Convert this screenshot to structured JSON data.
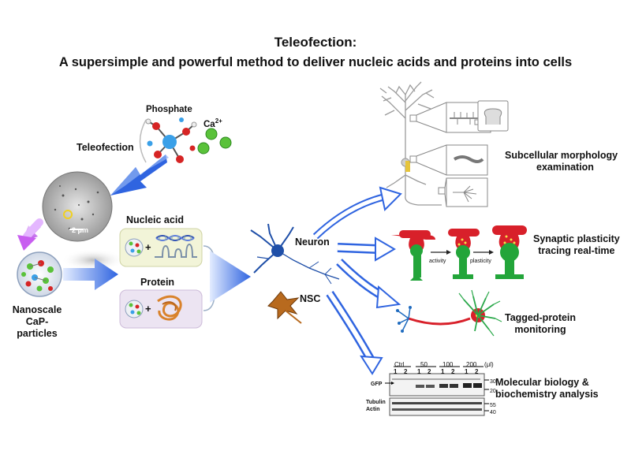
{
  "title": {
    "line1": "Teleofection:",
    "line2": "A supersimple and powerful method to deliver nucleic acids and proteins into cells"
  },
  "inputs": {
    "phosphate": "Phosphate",
    "calcium": "Ca",
    "calcium_charge": "2+",
    "teleofection": "Teleofection",
    "scale_bar": "2 μm",
    "nanoscale_line1": "Nanoscale",
    "nanoscale_line2": "CaP-particles",
    "nucleic_acid": "Nucleic acid",
    "protein": "Protein",
    "plus": "+"
  },
  "cells": {
    "neuron": "Neuron",
    "nsc": "NSC"
  },
  "applications": {
    "subcellular_line1": "Subcellular morphology",
    "subcellular_line2": "examination",
    "synaptic_line1": "Synaptic plasticity",
    "synaptic_line2": "tracing real-time",
    "activity": "activity",
    "plasticity": "plasticity",
    "tagged_line1": "Tagged-protein",
    "tagged_line2": "monitoring",
    "molecular_line1": "Molecular biology &",
    "molecular_line2": "biochemistry analysis"
  },
  "western_blot": {
    "groups": [
      "Ctrl",
      "50",
      "100",
      "200"
    ],
    "unit": "(μl)",
    "lanes": [
      "1",
      "2",
      "1",
      "2",
      "1",
      "2",
      "1",
      "2"
    ],
    "row_gfp": "GFP",
    "row_tubulin": "Tubulin",
    "row_actin": "Actin",
    "markers": [
      "30",
      "20",
      "55",
      "40"
    ]
  },
  "colors": {
    "arrow_blue": "#2f64e0",
    "arrow_light": "#cfe0ff",
    "nucleic_box": "#f2f4d8",
    "protein_box": "#ece4f2",
    "neuron_red": "#d8202a",
    "spine_green": "#23a53a"
  }
}
